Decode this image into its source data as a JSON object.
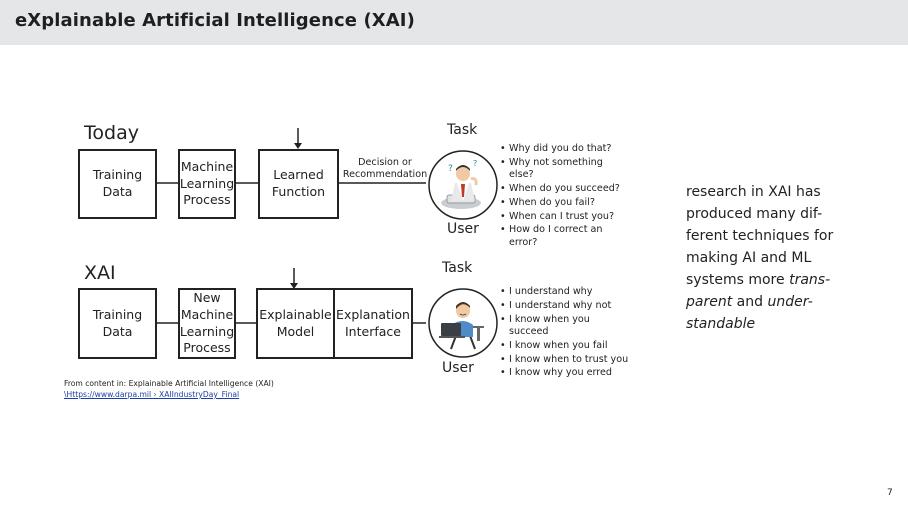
{
  "slide": {
    "title": "eXplainable Artificial Intelligence (XAI)",
    "page_number": "7"
  },
  "today": {
    "label": "Today",
    "boxes": [
      "Training\nData",
      "Machine\nLearning\nProcess",
      "Learned\nFunction"
    ],
    "decision_label": "Decision or\nRecommendation",
    "task_label": "Task",
    "user_label": "User",
    "questions": [
      "Why did you do that?",
      "Why not something else?",
      "When do you succeed?",
      "When do you fail?",
      "When can I trust you?",
      "How do I correct an error?"
    ]
  },
  "xai": {
    "label": "XAI",
    "boxes": [
      "Training\nData",
      "New\nMachine\nLearning\nProcess",
      "Explainable\nModel",
      "Explanation\nInterface"
    ],
    "task_label": "Task",
    "user_label": "User",
    "statements": [
      "I understand why",
      "I understand why not",
      "I know when you succeed",
      "I know when you fail",
      "I know when to trust you",
      "I know why you erred"
    ]
  },
  "source": {
    "line": "From content in: Explainable Artificial Intelligence (XAI)",
    "link": "\\Https://www.darpa.mil › XAIIndustryDay_Final"
  },
  "side_text": {
    "plain_1": "research in XAI has produced many dif-ferent techniques for making AI and ML systems more ",
    "em_1": "trans-parent",
    "plain_2": " and ",
    "em_2": "under-standable"
  }
}
